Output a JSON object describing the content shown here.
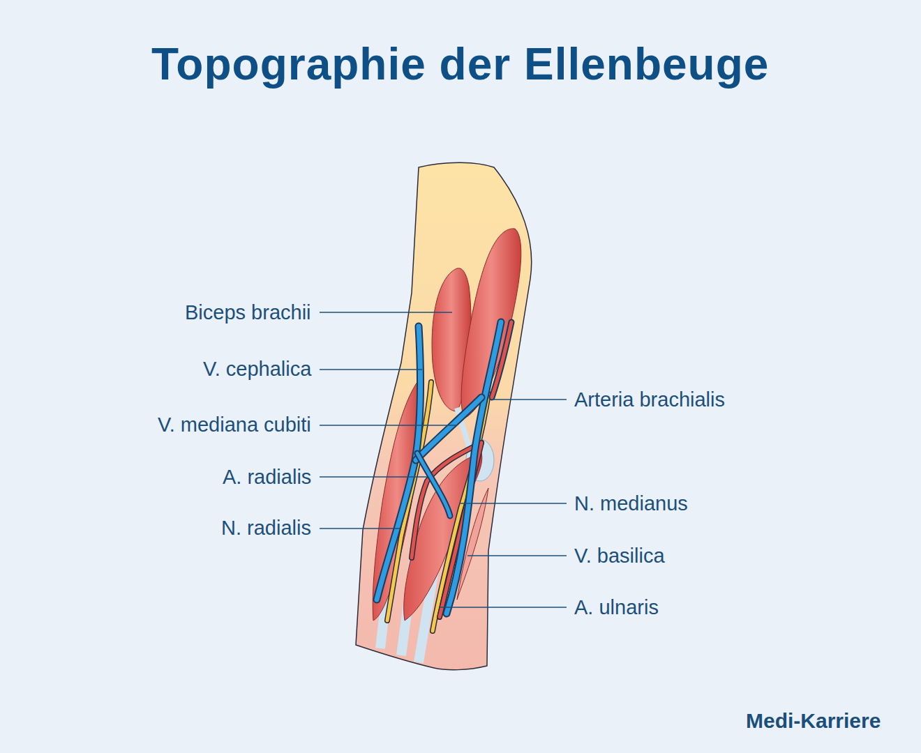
{
  "diagram": {
    "title": "Topographie der Ellenbeuge",
    "labels": [
      "Biceps brachii",
      "V. cephalica",
      "Arteria brachialis",
      "V. mediana cubiti",
      "A. radialis",
      "N. medianus",
      "N. radialis",
      "V. basilica",
      "A. ulnaris",
      "Medi-Karriere"
    ]
  }
}
